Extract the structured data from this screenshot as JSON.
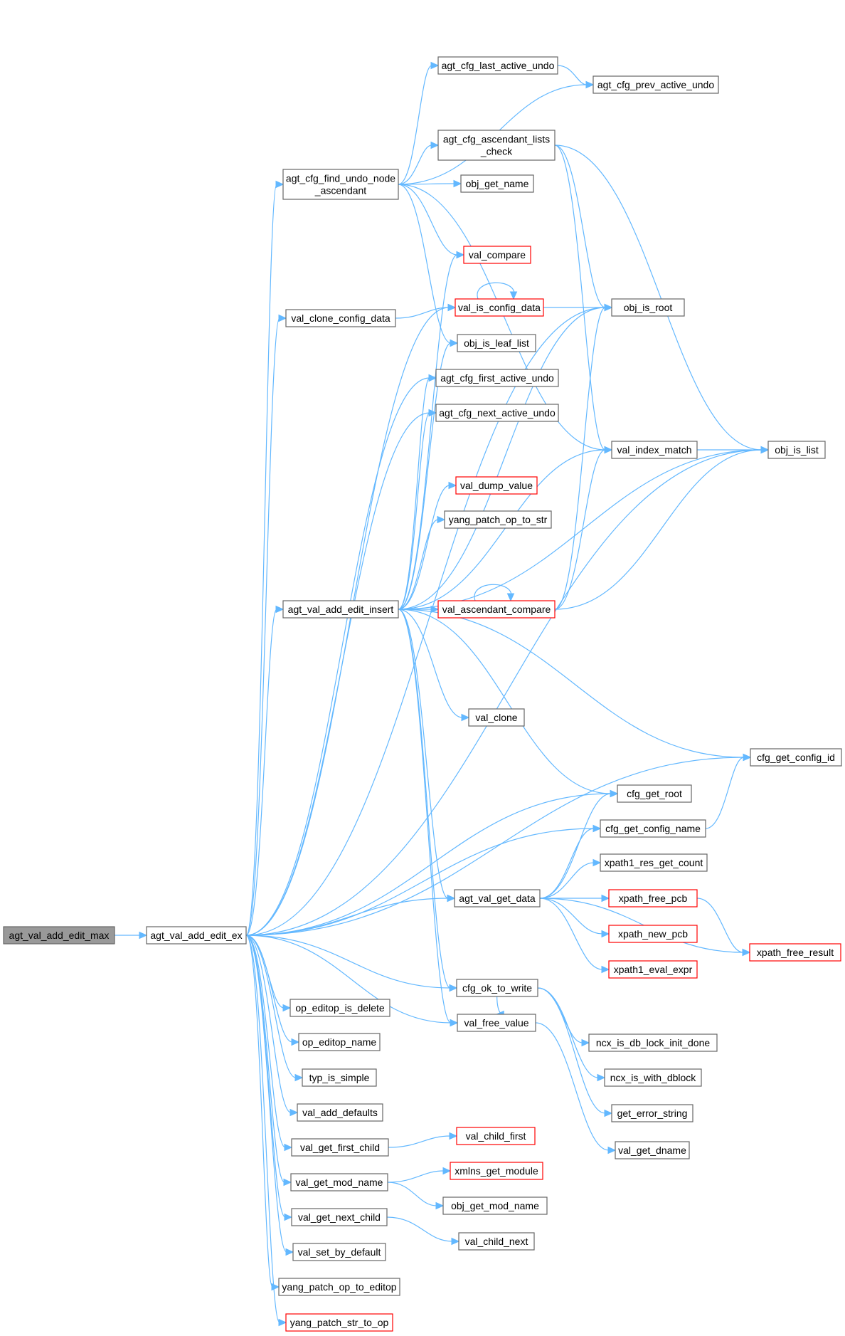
{
  "title": "Call graph of agt_val_add_edit_max",
  "colors": {
    "edge": "#63b8ff",
    "normal_border": "#666666",
    "truncated_border": "#ff0000",
    "root_fill": "#999999",
    "root_border": "#666666",
    "fill": "#ffffff"
  },
  "nodes": [
    {
      "id": "agt_val_add_edit_max",
      "lines": [
        "agt_val_add_edit_max"
      ],
      "style": "root"
    },
    {
      "id": "agt_val_add_edit_ex",
      "lines": [
        "agt_val_add_edit_ex"
      ],
      "style": "normal"
    },
    {
      "id": "agt_cfg_find_undo_node_ascendant",
      "lines": [
        "agt_cfg_find_undo_node",
        "_ascendant"
      ],
      "style": "normal"
    },
    {
      "id": "agt_cfg_last_active_undo",
      "lines": [
        "agt_cfg_last_active_undo"
      ],
      "style": "normal"
    },
    {
      "id": "agt_cfg_prev_active_undo",
      "lines": [
        "agt_cfg_prev_active_undo"
      ],
      "style": "normal"
    },
    {
      "id": "agt_cfg_ascendant_lists_check",
      "lines": [
        "agt_cfg_ascendant_lists",
        "_check"
      ],
      "style": "normal"
    },
    {
      "id": "obj_get_name",
      "lines": [
        "obj_get_name"
      ],
      "style": "normal"
    },
    {
      "id": "val_compare",
      "lines": [
        "val_compare"
      ],
      "style": "truncated"
    },
    {
      "id": "val_clone_config_data",
      "lines": [
        "val_clone_config_data"
      ],
      "style": "normal"
    },
    {
      "id": "val_is_config_data",
      "lines": [
        "val_is_config_data"
      ],
      "style": "truncated"
    },
    {
      "id": "obj_is_root",
      "lines": [
        "obj_is_root"
      ],
      "style": "normal"
    },
    {
      "id": "obj_is_leaf_list",
      "lines": [
        "obj_is_leaf_list"
      ],
      "style": "normal"
    },
    {
      "id": "agt_cfg_first_active_undo",
      "lines": [
        "agt_cfg_first_active_undo"
      ],
      "style": "normal"
    },
    {
      "id": "agt_cfg_next_active_undo",
      "lines": [
        "agt_cfg_next_active_undo"
      ],
      "style": "normal"
    },
    {
      "id": "val_index_match",
      "lines": [
        "val_index_match"
      ],
      "style": "normal"
    },
    {
      "id": "obj_is_list",
      "lines": [
        "obj_is_list"
      ],
      "style": "normal"
    },
    {
      "id": "val_dump_value",
      "lines": [
        "val_dump_value"
      ],
      "style": "truncated"
    },
    {
      "id": "yang_patch_op_to_str",
      "lines": [
        "yang_patch_op_to_str"
      ],
      "style": "normal"
    },
    {
      "id": "agt_val_add_edit_insert",
      "lines": [
        "agt_val_add_edit_insert"
      ],
      "style": "normal"
    },
    {
      "id": "val_ascendant_compare",
      "lines": [
        "val_ascendant_compare"
      ],
      "style": "truncated"
    },
    {
      "id": "val_clone",
      "lines": [
        "val_clone"
      ],
      "style": "normal"
    },
    {
      "id": "cfg_get_config_id",
      "lines": [
        "cfg_get_config_id"
      ],
      "style": "normal"
    },
    {
      "id": "cfg_get_root",
      "lines": [
        "cfg_get_root"
      ],
      "style": "normal"
    },
    {
      "id": "cfg_get_config_name",
      "lines": [
        "cfg_get_config_name"
      ],
      "style": "normal"
    },
    {
      "id": "xpath1_res_get_count",
      "lines": [
        "xpath1_res_get_count"
      ],
      "style": "normal"
    },
    {
      "id": "agt_val_get_data",
      "lines": [
        "agt_val_get_data"
      ],
      "style": "normal"
    },
    {
      "id": "xpath_free_pcb",
      "lines": [
        "xpath_free_pcb"
      ],
      "style": "truncated"
    },
    {
      "id": "xpath_new_pcb",
      "lines": [
        "xpath_new_pcb"
      ],
      "style": "truncated"
    },
    {
      "id": "xpath_free_result",
      "lines": [
        "xpath_free_result"
      ],
      "style": "truncated"
    },
    {
      "id": "xpath1_eval_expr",
      "lines": [
        "xpath1_eval_expr"
      ],
      "style": "truncated"
    },
    {
      "id": "cfg_ok_to_write",
      "lines": [
        "cfg_ok_to_write"
      ],
      "style": "normal"
    },
    {
      "id": "op_editop_is_delete",
      "lines": [
        "op_editop_is_delete"
      ],
      "style": "normal"
    },
    {
      "id": "val_free_value",
      "lines": [
        "val_free_value"
      ],
      "style": "normal"
    },
    {
      "id": "ncx_is_db_lock_init_done",
      "lines": [
        "ncx_is_db_lock_init_done"
      ],
      "style": "normal"
    },
    {
      "id": "op_editop_name",
      "lines": [
        "op_editop_name"
      ],
      "style": "normal"
    },
    {
      "id": "ncx_is_with_dblock",
      "lines": [
        "ncx_is_with_dblock"
      ],
      "style": "normal"
    },
    {
      "id": "typ_is_simple",
      "lines": [
        "typ_is_simple"
      ],
      "style": "normal"
    },
    {
      "id": "val_add_defaults",
      "lines": [
        "val_add_defaults"
      ],
      "style": "normal"
    },
    {
      "id": "get_error_string",
      "lines": [
        "get_error_string"
      ],
      "style": "normal"
    },
    {
      "id": "val_child_first",
      "lines": [
        "val_child_first"
      ],
      "style": "truncated"
    },
    {
      "id": "val_get_first_child",
      "lines": [
        "val_get_first_child"
      ],
      "style": "normal"
    },
    {
      "id": "val_get_dname",
      "lines": [
        "val_get_dname"
      ],
      "style": "normal"
    },
    {
      "id": "xmlns_get_module",
      "lines": [
        "xmlns_get_module"
      ],
      "style": "truncated"
    },
    {
      "id": "val_get_mod_name",
      "lines": [
        "val_get_mod_name"
      ],
      "style": "normal"
    },
    {
      "id": "obj_get_mod_name",
      "lines": [
        "obj_get_mod_name"
      ],
      "style": "normal"
    },
    {
      "id": "val_get_next_child",
      "lines": [
        "val_get_next_child"
      ],
      "style": "normal"
    },
    {
      "id": "val_child_next",
      "lines": [
        "val_child_next"
      ],
      "style": "normal"
    },
    {
      "id": "val_set_by_default",
      "lines": [
        "val_set_by_default"
      ],
      "style": "normal"
    },
    {
      "id": "yang_patch_op_to_editop",
      "lines": [
        "yang_patch_op_to_editop"
      ],
      "style": "normal"
    },
    {
      "id": "yang_patch_str_to_op",
      "lines": [
        "yang_patch_str_to_op"
      ],
      "style": "truncated"
    }
  ],
  "edges": [
    [
      "agt_val_add_edit_max",
      "agt_val_add_edit_ex"
    ],
    [
      "agt_val_add_edit_ex",
      "agt_cfg_find_undo_node_ascendant"
    ],
    [
      "agt_val_add_edit_ex",
      "obj_is_root"
    ],
    [
      "agt_val_add_edit_ex",
      "obj_is_list"
    ],
    [
      "agt_val_add_edit_ex",
      "val_clone_config_data"
    ],
    [
      "agt_val_add_edit_ex",
      "val_is_config_data"
    ],
    [
      "agt_val_add_edit_ex",
      "agt_cfg_first_active_undo"
    ],
    [
      "agt_val_add_edit_ex",
      "agt_cfg_next_active_undo"
    ],
    [
      "agt_val_add_edit_ex",
      "agt_val_add_edit_insert"
    ],
    [
      "agt_val_add_edit_ex",
      "cfg_get_config_id"
    ],
    [
      "agt_val_add_edit_ex",
      "cfg_get_root"
    ],
    [
      "agt_val_add_edit_ex",
      "cfg_get_config_name"
    ],
    [
      "agt_val_add_edit_ex",
      "agt_val_get_data"
    ],
    [
      "agt_val_add_edit_ex",
      "cfg_ok_to_write"
    ],
    [
      "agt_val_add_edit_ex",
      "val_free_value"
    ],
    [
      "agt_val_add_edit_ex",
      "op_editop_is_delete"
    ],
    [
      "agt_val_add_edit_ex",
      "op_editop_name"
    ],
    [
      "agt_val_add_edit_ex",
      "typ_is_simple"
    ],
    [
      "agt_val_add_edit_ex",
      "val_add_defaults"
    ],
    [
      "agt_val_add_edit_ex",
      "val_get_first_child"
    ],
    [
      "agt_val_add_edit_ex",
      "val_get_mod_name"
    ],
    [
      "agt_val_add_edit_ex",
      "val_get_next_child"
    ],
    [
      "agt_val_add_edit_ex",
      "val_set_by_default"
    ],
    [
      "agt_val_add_edit_ex",
      "yang_patch_op_to_editop"
    ],
    [
      "agt_val_add_edit_ex",
      "yang_patch_str_to_op"
    ],
    [
      "agt_cfg_find_undo_node_ascendant",
      "agt_cfg_last_active_undo"
    ],
    [
      "agt_cfg_find_undo_node_ascendant",
      "agt_cfg_prev_active_undo"
    ],
    [
      "agt_cfg_find_undo_node_ascendant",
      "agt_cfg_ascendant_lists_check"
    ],
    [
      "agt_cfg_find_undo_node_ascendant",
      "obj_get_name"
    ],
    [
      "agt_cfg_find_undo_node_ascendant",
      "val_compare"
    ],
    [
      "agt_cfg_find_undo_node_ascendant",
      "obj_is_leaf_list"
    ],
    [
      "agt_cfg_find_undo_node_ascendant",
      "val_index_match"
    ],
    [
      "agt_cfg_last_active_undo",
      "agt_cfg_prev_active_undo"
    ],
    [
      "agt_cfg_ascendant_lists_check",
      "obj_is_root"
    ],
    [
      "agt_cfg_ascendant_lists_check",
      "obj_is_list"
    ],
    [
      "agt_cfg_ascendant_lists_check",
      "val_index_match"
    ],
    [
      "val_clone_config_data",
      "val_is_config_data"
    ],
    [
      "val_is_config_data",
      "obj_is_root"
    ],
    [
      "val_is_config_data",
      "val_is_config_data"
    ],
    [
      "val_index_match",
      "obj_is_list"
    ],
    [
      "agt_val_add_edit_insert",
      "val_compare"
    ],
    [
      "agt_val_add_edit_insert",
      "obj_is_leaf_list"
    ],
    [
      "agt_val_add_edit_insert",
      "agt_cfg_first_active_undo"
    ],
    [
      "agt_val_add_edit_insert",
      "agt_cfg_next_active_undo"
    ],
    [
      "agt_val_add_edit_insert",
      "obj_is_root"
    ],
    [
      "agt_val_add_edit_insert",
      "val_dump_value"
    ],
    [
      "agt_val_add_edit_insert",
      "yang_patch_op_to_str"
    ],
    [
      "agt_val_add_edit_insert",
      "val_index_match"
    ],
    [
      "agt_val_add_edit_insert",
      "val_ascendant_compare"
    ],
    [
      "agt_val_add_edit_insert",
      "obj_is_list"
    ],
    [
      "agt_val_add_edit_insert",
      "val_clone"
    ],
    [
      "agt_val_add_edit_insert",
      "cfg_get_config_id"
    ],
    [
      "agt_val_add_edit_insert",
      "cfg_get_root"
    ],
    [
      "agt_val_add_edit_insert",
      "agt_val_get_data"
    ],
    [
      "agt_val_add_edit_insert",
      "cfg_ok_to_write"
    ],
    [
      "agt_val_add_edit_insert",
      "val_free_value"
    ],
    [
      "val_ascendant_compare",
      "obj_is_root"
    ],
    [
      "val_ascendant_compare",
      "val_index_match"
    ],
    [
      "val_ascendant_compare",
      "obj_is_list"
    ],
    [
      "val_ascendant_compare",
      "val_ascendant_compare"
    ],
    [
      "cfg_get_config_name",
      "cfg_get_config_id"
    ],
    [
      "agt_val_get_data",
      "cfg_get_root"
    ],
    [
      "agt_val_get_data",
      "cfg_get_config_name"
    ],
    [
      "agt_val_get_data",
      "xpath1_res_get_count"
    ],
    [
      "agt_val_get_data",
      "xpath_free_pcb"
    ],
    [
      "agt_val_get_data",
      "xpath_new_pcb"
    ],
    [
      "agt_val_get_data",
      "xpath1_eval_expr"
    ],
    [
      "agt_val_get_data",
      "xpath_free_result"
    ],
    [
      "xpath_free_pcb",
      "xpath_free_result"
    ],
    [
      "cfg_ok_to_write",
      "ncx_is_db_lock_init_done"
    ],
    [
      "cfg_ok_to_write",
      "ncx_is_with_dblock"
    ],
    [
      "cfg_ok_to_write",
      "get_error_string"
    ],
    [
      "cfg_ok_to_write",
      "val_free_value"
    ],
    [
      "val_free_value",
      "val_get_dname"
    ],
    [
      "val_get_first_child",
      "val_child_first"
    ],
    [
      "val_get_mod_name",
      "xmlns_get_module"
    ],
    [
      "val_get_mod_name",
      "obj_get_mod_name"
    ],
    [
      "val_get_next_child",
      "val_child_next"
    ]
  ]
}
